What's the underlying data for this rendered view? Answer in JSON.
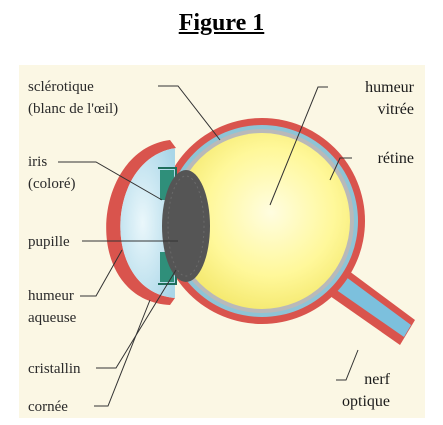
{
  "figure": {
    "title": "Figure 1"
  },
  "labels": {
    "sclerotique_1": "sclérotique",
    "sclerotique_2": "(blanc de l'œil)",
    "iris_1": "iris",
    "iris_2": "(coloré)",
    "pupille": "pupille",
    "humeur_aqueuse_1": "humeur",
    "humeur_aqueuse_2": "aqueuse",
    "cristallin": "cristallin",
    "cornee": "cornée",
    "humeur_vitree_1": "humeur",
    "humeur_vitree_2": "vitrée",
    "retine": "rétine",
    "nerf_optique_1": "nerf",
    "nerf_optique_2": "optique"
  },
  "colors": {
    "background": "#fbf7e4",
    "sclera": "#d9544d",
    "choroid": "#7fb3c8",
    "vitreous": "#fff89a",
    "aqueous": "#c9e7f2",
    "lens": "#555555",
    "iris": "#2f8f7a",
    "nerve": "#7cc0dd"
  }
}
